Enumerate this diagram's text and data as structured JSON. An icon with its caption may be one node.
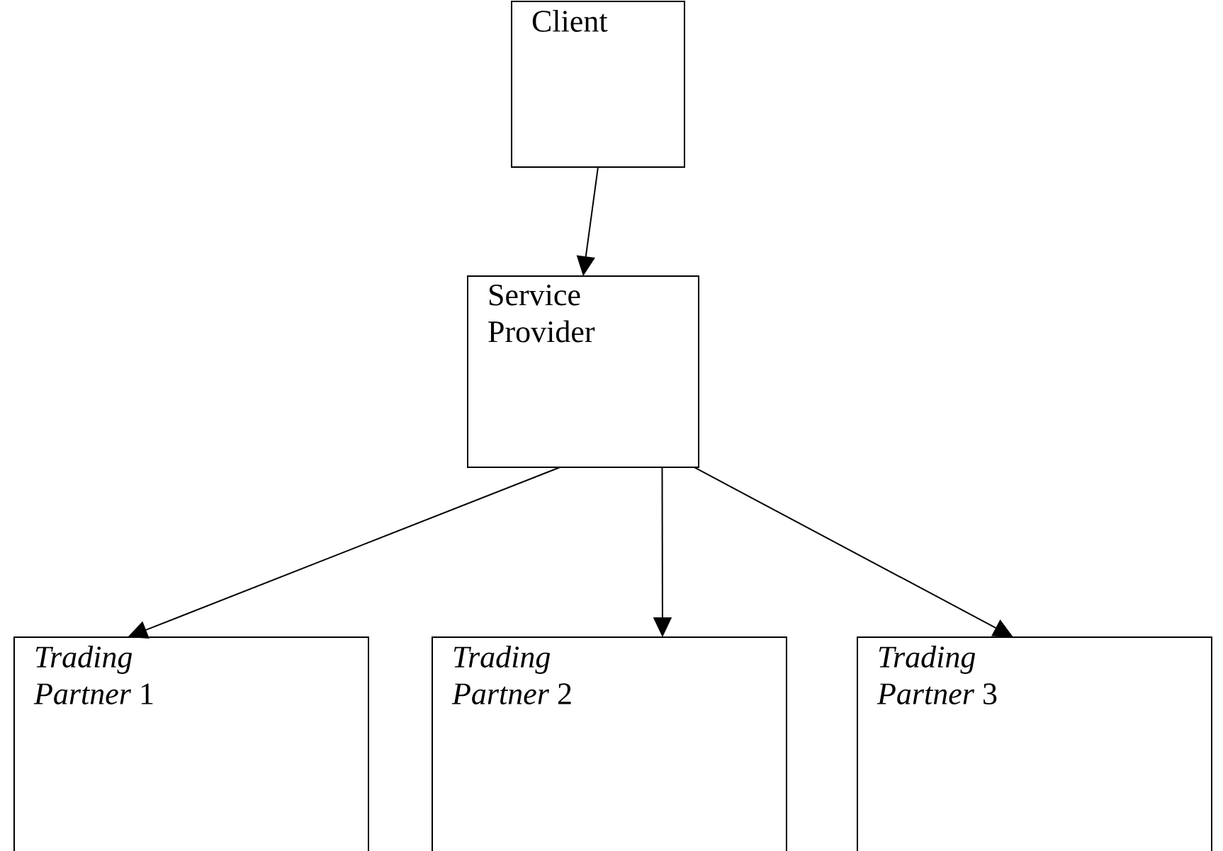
{
  "diagram": {
    "nodes": [
      {
        "text": [
          "Client"
        ]
      },
      {
        "text": [
          "Service Provider"
        ]
      },
      {
        "text": [
          "*Trading Partner* 1"
        ]
      },
      {
        "text": [
          "*Trading Partner* 2"
        ]
      },
      {
        "text": [
          "*Trading Partner* 3"
        ]
      }
    ],
    "edges": [
      {
        "from": 0,
        "to": 1,
        "arrow": "to"
      },
      {
        "from": 1,
        "to": 2,
        "arrow": "to"
      },
      {
        "from": 1,
        "to": 3,
        "arrow": "to"
      },
      {
        "from": 1,
        "to": 4,
        "arrow": "to"
      }
    ]
  }
}
